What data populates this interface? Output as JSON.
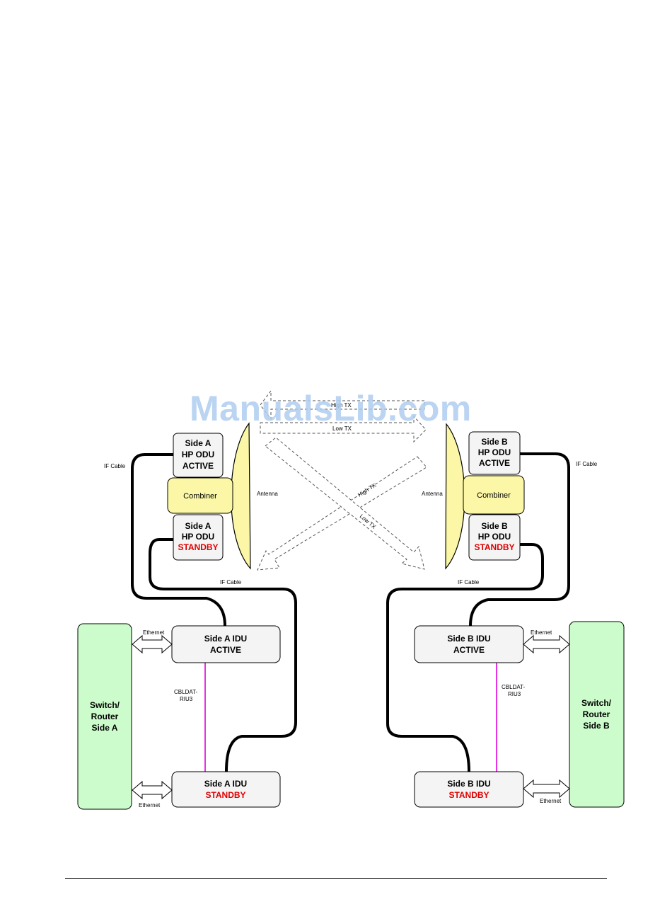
{
  "watermark": "ManualsLib.com",
  "side_a": {
    "odu_active": [
      "Side A",
      "HP ODU",
      "ACTIVE"
    ],
    "odu_standby": [
      "Side A",
      "HP ODU",
      "STANDBY"
    ],
    "combiner": "Combiner",
    "antenna": "Antenna",
    "idu_active": [
      "Side A IDU",
      "ACTIVE"
    ],
    "idu_standby": [
      "Side A IDU",
      "STANDBY"
    ],
    "switch": [
      "Switch/",
      "Router",
      "Side A"
    ],
    "if_cable_top": "IF Cable",
    "if_cable_bottom": "IF Cable",
    "ethernet_top": "Ethernet",
    "ethernet_bottom": "Ethernet",
    "cbldat": [
      "CBLDAT-",
      "RIU3"
    ]
  },
  "side_b": {
    "odu_active": [
      "Side B",
      "HP ODU",
      "ACTIVE"
    ],
    "odu_standby": [
      "Side B",
      "HP ODU",
      "STANDBY"
    ],
    "combiner": "Combiner",
    "antenna": "Antenna",
    "idu_active": [
      "Side B IDU",
      "ACTIVE"
    ],
    "idu_standby": [
      "Side B IDU",
      "STANDBY"
    ],
    "switch": [
      "Switch/",
      "Router",
      "Side B"
    ],
    "if_cable_top": "IF Cable",
    "if_cable_bottom": "IF Cable",
    "ethernet_top": "Ethernet",
    "ethernet_bottom": "Ethernet",
    "cbldat": [
      "CBLDAT-",
      "RIU3"
    ]
  },
  "links": {
    "high_tx_top": "High TX",
    "low_tx_top": "Low TX",
    "high_tx_diag": "High TX",
    "low_tx_diag": "Low TX"
  },
  "colors": {
    "odu_fill": "#f4f4f4",
    "combiner_fill": "#fbf7a6",
    "antenna_fill": "#fbf7a6",
    "switch_fill": "#ccfccc",
    "standby_text": "#e00000",
    "cbldat_line": "#e000e0"
  }
}
